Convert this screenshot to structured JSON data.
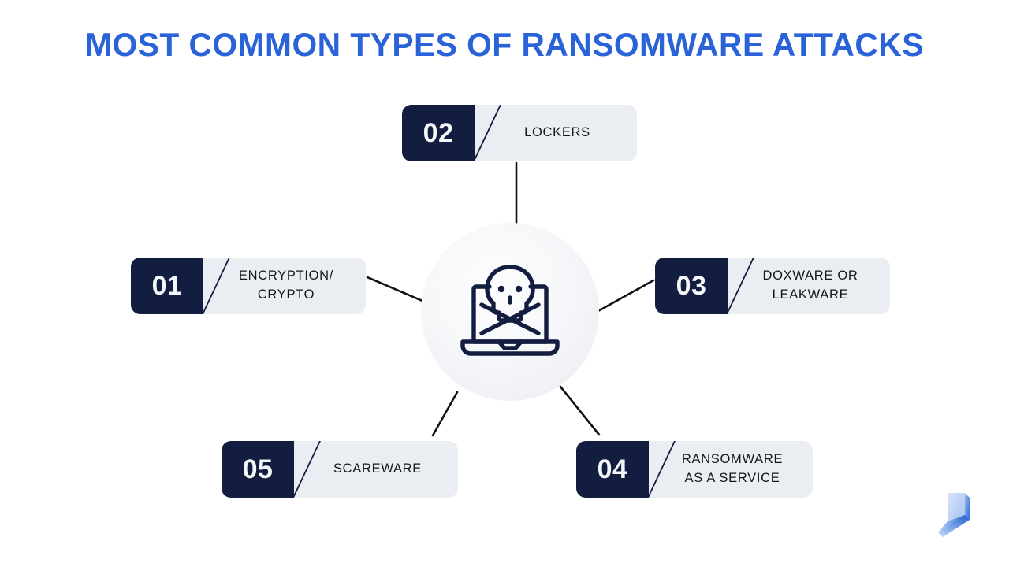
{
  "page": {
    "title": "MOST COMMON TYPES OF RANSOMWARE ATTACKS",
    "background_color": "#FFFFFF",
    "title_color": "#2A62D8"
  },
  "hub": {
    "icon_name": "laptop-skull-crossbones-icon",
    "icon_color": "#121D40",
    "circle_color": "#EEF0F4"
  },
  "theme": {
    "navy": "#121D40",
    "card_gray": "#EAEDF1",
    "line_color": "#111111",
    "label_color": "#161616"
  },
  "cards": [
    {
      "number": "01",
      "label_lines": [
        "ENCRYPTION/",
        "CRYPTO"
      ],
      "line1": "ENCRYPTION/",
      "line2": "CRYPTO"
    },
    {
      "number": "02",
      "label_lines": [
        "LOCKERS"
      ],
      "line1": "LOCKERS",
      "line2": ""
    },
    {
      "number": "03",
      "label_lines": [
        "DOXWARE OR",
        "LEAKWARE"
      ],
      "line1": "DOXWARE OR",
      "line2": "LEAKWARE"
    },
    {
      "number": "04",
      "label_lines": [
        "RANSOMWARE",
        "AS A SERVICE"
      ],
      "line1": "RANSOMWARE",
      "line2": "AS A SERVICE"
    },
    {
      "number": "05",
      "label_lines": [
        "SCAREWARE"
      ],
      "line1": "SCAREWARE",
      "line2": ""
    }
  ],
  "logo": {
    "name": "brand-logo",
    "color_light": "#BFD2F5",
    "color_dark": "#1E62D0"
  }
}
